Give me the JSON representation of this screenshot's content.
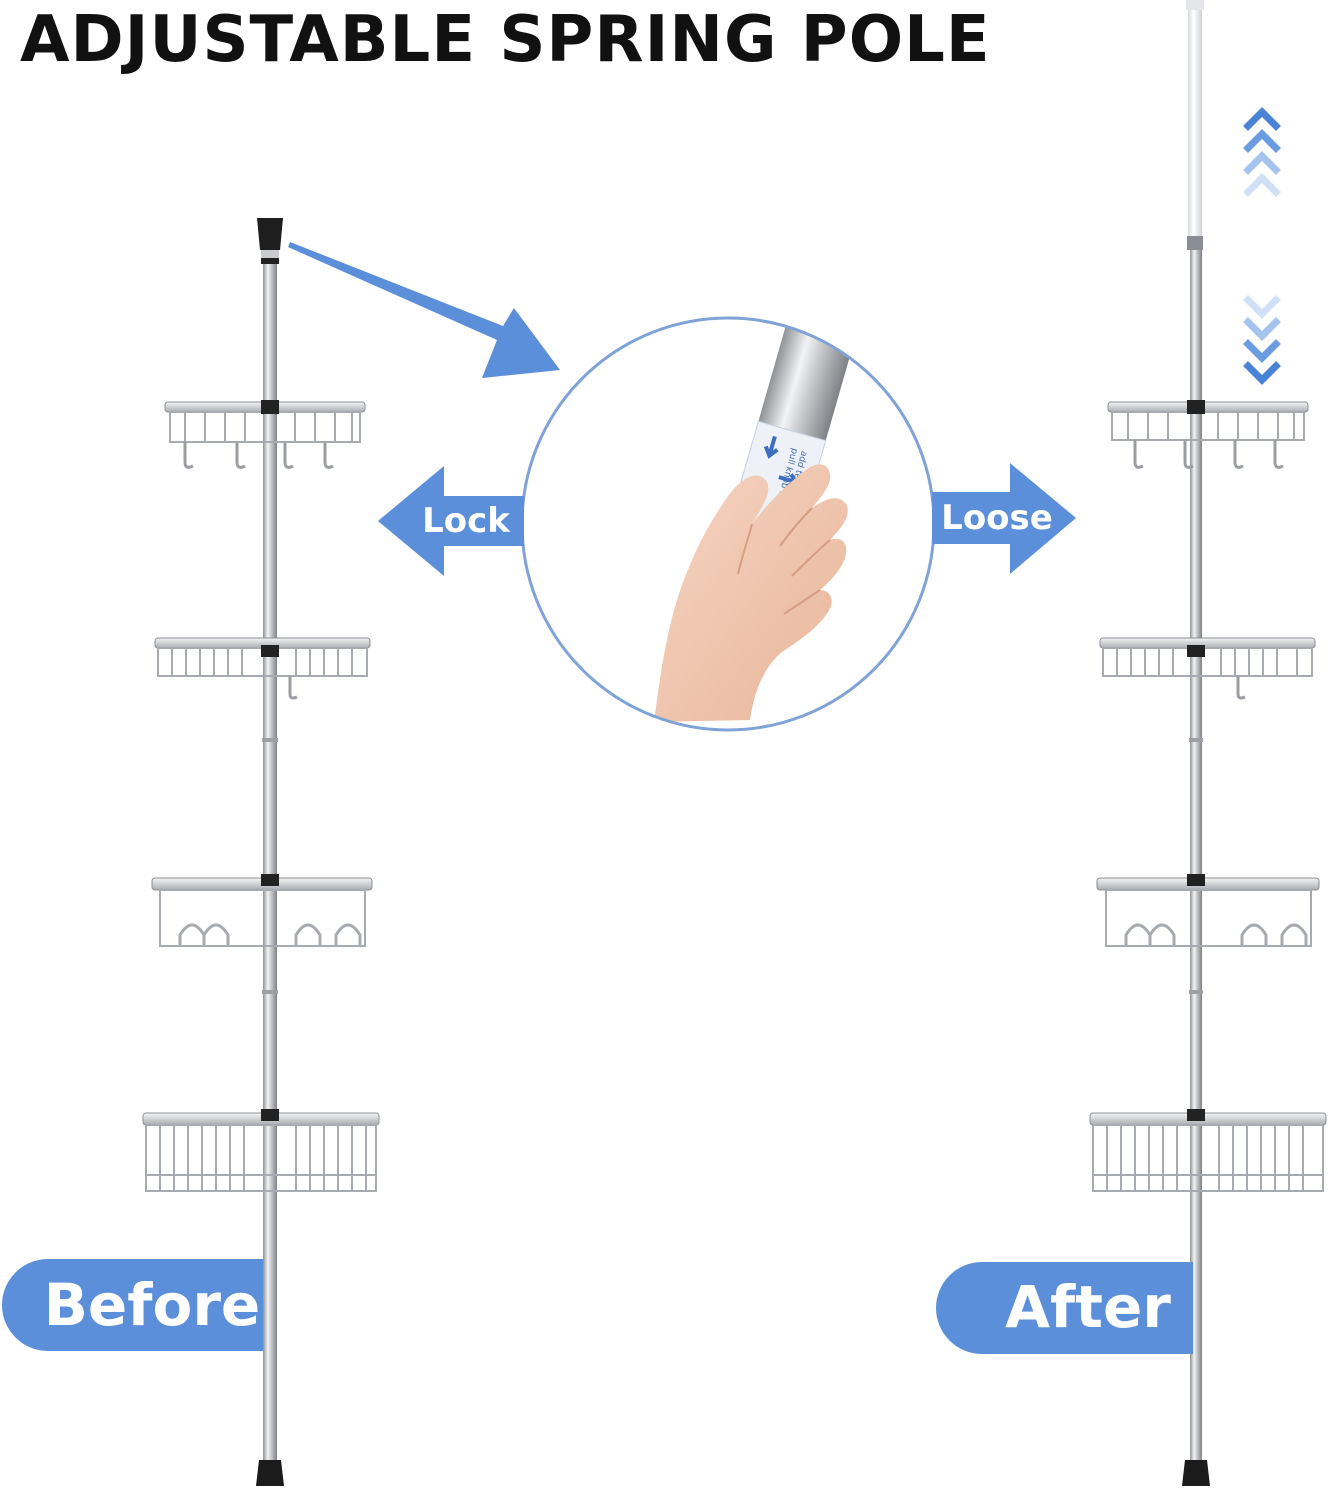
{
  "title": "ADJUSTABLE SPRING POLE",
  "labels": {
    "lock": "Lock",
    "loose": "Loose",
    "before": "Before",
    "after": "After"
  },
  "colors": {
    "accent_blue": "#5b8fd9",
    "chevron_blue": "#4a82d6",
    "pole_silver": "#c7c9cc",
    "pole_top_white": "#f3f4f6",
    "foot_black": "#1b1b1b",
    "circle_stroke": "#7fa3d6"
  }
}
